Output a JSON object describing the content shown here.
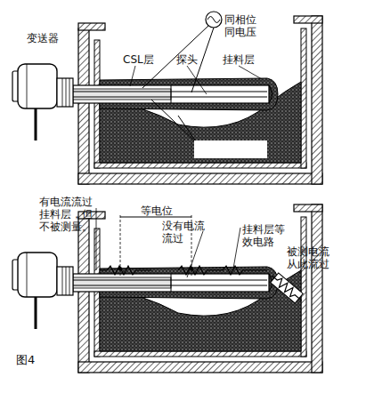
{
  "diagram": {
    "caption": "图4",
    "labels": [
      "变送器",
      "同相位 同电压",
      "CSL层",
      "探头",
      "挂料层",
      "有电流流过 挂料层，但 不被测量。",
      "等电位",
      "没有电流 流过",
      "挂料层等 效电路",
      "被测电流 从此流过"
    ]
  }
}
